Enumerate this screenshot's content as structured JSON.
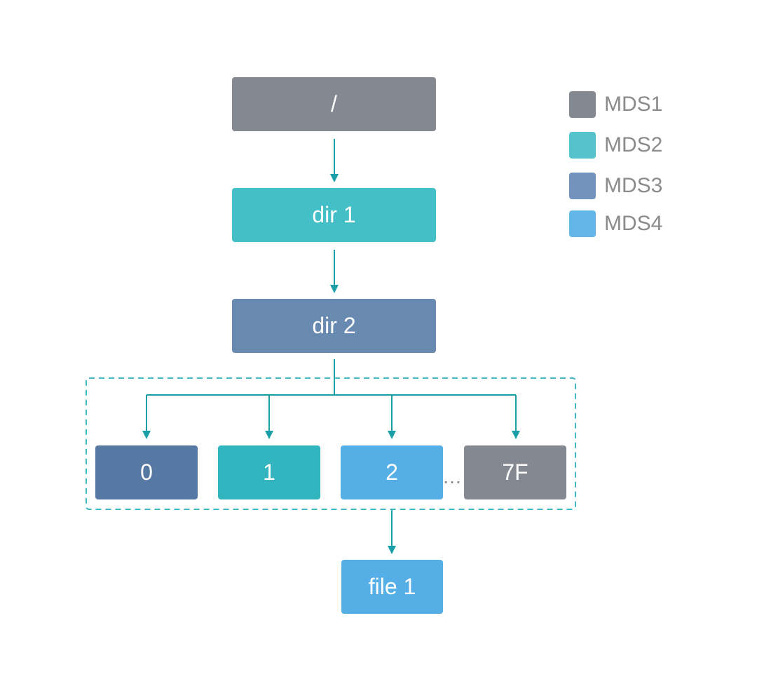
{
  "nodes": {
    "root": {
      "label": "/",
      "color": "#848891"
    },
    "dir1": {
      "label": "dir 1",
      "color": "#44bfc8"
    },
    "dir2": {
      "label": "dir 2",
      "color": "#6889b0"
    },
    "frag0": {
      "label": "0",
      "color": "#5579a3"
    },
    "frag1": {
      "label": "1",
      "color": "#33b5c0"
    },
    "frag2": {
      "label": "2",
      "color": "#55afe6"
    },
    "frag7f": {
      "label": "7F",
      "color": "#848891"
    },
    "file1": {
      "label": "file 1",
      "color": "#55afe6"
    }
  },
  "ellipsis": "…",
  "legend": [
    {
      "label": "MDS1",
      "color": "#848891"
    },
    {
      "label": "MDS2",
      "color": "#55c3cc"
    },
    {
      "label": "MDS3",
      "color": "#7293bb"
    },
    {
      "label": "MDS4",
      "color": "#63b6e8"
    }
  ],
  "colors": {
    "arrow": "#1a9fa8",
    "dashed_border": "#3eb9c4"
  }
}
